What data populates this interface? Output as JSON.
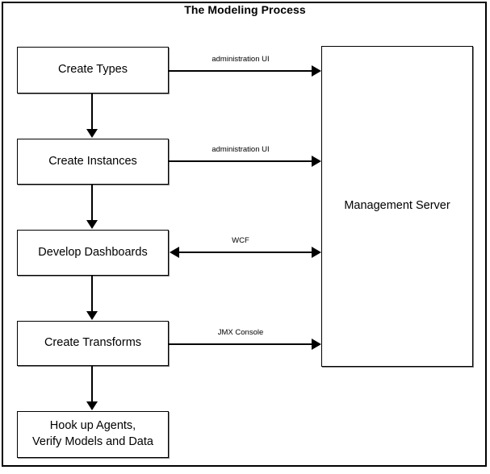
{
  "diagram": {
    "title": "The Modeling Process",
    "type": "flowchart",
    "process_steps": [
      {
        "id": "create-types",
        "label": "Create Types"
      },
      {
        "id": "create-instances",
        "label": "Create Instances"
      },
      {
        "id": "develop-dashboards",
        "label": "Develop Dashboards"
      },
      {
        "id": "create-transforms",
        "label": "Create Transforms"
      },
      {
        "id": "hook-up-agents",
        "label": "Hook up Agents,\nVerify Models and Data"
      }
    ],
    "server": {
      "id": "management-server",
      "label": "Management Server"
    },
    "edges": [
      {
        "id": "edge-1",
        "from": "create-types",
        "to": "management-server",
        "label": "administration UI",
        "direction": "right"
      },
      {
        "id": "edge-2",
        "from": "create-instances",
        "to": "management-server",
        "label": "administration UI",
        "direction": "right"
      },
      {
        "id": "edge-3",
        "from": "develop-dashboards",
        "to": "management-server",
        "label": "WCF",
        "direction": "both"
      },
      {
        "id": "edge-4",
        "from": "create-transforms",
        "to": "management-server",
        "label": "JMX Console",
        "direction": "right"
      }
    ],
    "flow_arrows": [
      {
        "id": "flow-1",
        "from": "create-types",
        "to": "create-instances"
      },
      {
        "id": "flow-2",
        "from": "create-instances",
        "to": "develop-dashboards"
      },
      {
        "id": "flow-3",
        "from": "develop-dashboards",
        "to": "create-transforms"
      },
      {
        "id": "flow-4",
        "from": "create-transforms",
        "to": "hook-up-agents"
      }
    ],
    "colors": {
      "background": "#ffffff",
      "stroke": "#000000",
      "box_shadow": "#808080",
      "text": "#000000"
    }
  }
}
